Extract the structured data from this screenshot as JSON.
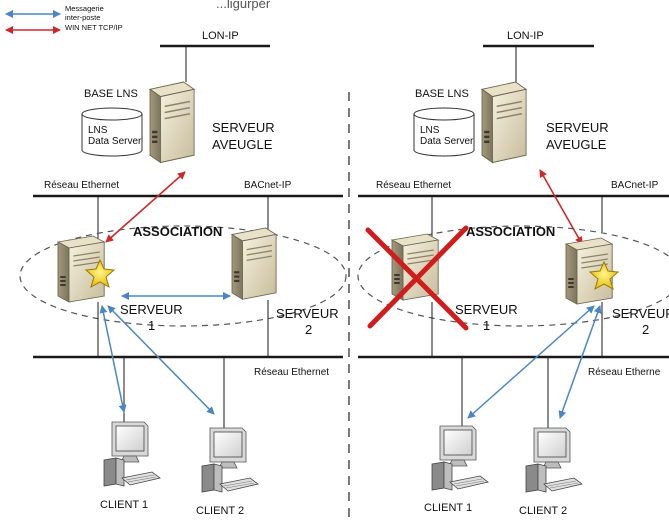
{
  "colors": {
    "messaging_arrow": "#4a86c6",
    "tcpip_arrow": "#d02828",
    "failure_cross": "#d11c1c",
    "network_line": "#1a1a1a",
    "association_ellipse": "#555555"
  },
  "legend": {
    "line1": "Messagerie",
    "line2": "inter-poste",
    "line3": "WIN NET TCP/IP"
  },
  "header_fragment": "...ligurpér",
  "left": {
    "lon_ip": "LON-IP",
    "base_lns": "BASE LNS",
    "lns_db_line1": "LNS",
    "lns_db_line2": "Data Server",
    "blind_server_line1": "SERVEUR",
    "blind_server_line2": "AVEUGLE",
    "reseau_top": "Réseau Ethernet",
    "bacnet": "BACnet-IP",
    "association": "ASSOCIATION",
    "server1_line1": "SERVEUR",
    "server1_line2": "1",
    "server2_line1": "SERVEUR",
    "server2_line2": "2",
    "reseau_bottom": "Réseau Ethernet",
    "client1": "CLIENT 1",
    "client2": "CLIENT 2"
  },
  "right": {
    "lon_ip": "LON-IP",
    "base_lns": "BASE LNS",
    "lns_db_line1": "LNS",
    "lns_db_line2": "Data Server",
    "blind_server_line1": "SERVEUR",
    "blind_server_line2": "AVEUGLE",
    "reseau_top": "Réseau Ethernet",
    "bacnet": "BACnet-IP",
    "association": "ASSOCIATION",
    "server1_line1": "SERVEUR",
    "server1_line2": "1",
    "server2_line1": "SERVEUR",
    "server2_line2": "2",
    "reseau_bottom": "Réseau Etherne",
    "client1": "CLIENT 1",
    "client2": "CLIENT 2"
  }
}
